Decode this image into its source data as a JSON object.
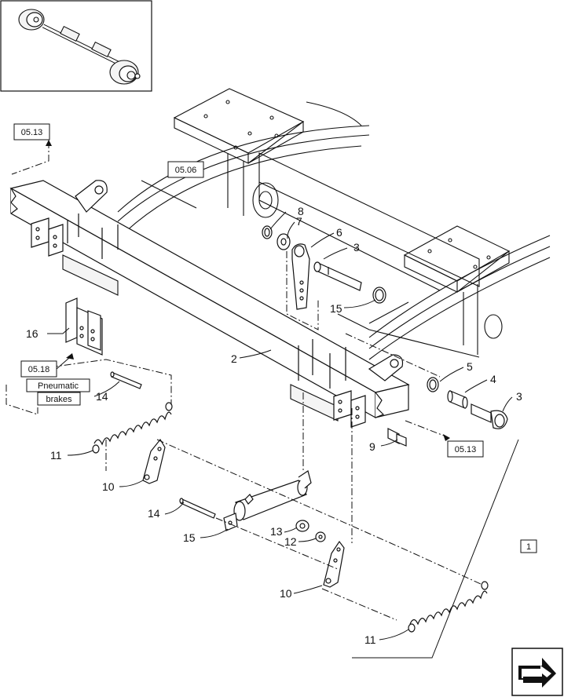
{
  "refs": {
    "r_05_13_top": "05.13",
    "r_05_06": "05.06",
    "r_05_18": "05.18",
    "r_05_13_right": "05.13",
    "pneumatic": "Pneumatic",
    "brakes": "brakes",
    "kit": "1"
  },
  "callouts": {
    "c2": "2",
    "c3a": "3",
    "c3b": "3",
    "c4": "4",
    "c5": "5",
    "c6": "6",
    "c7": "7",
    "c8": "8",
    "c9": "9",
    "c10a": "10",
    "c10b": "10",
    "c11a": "11",
    "c11b": "11",
    "c12": "12",
    "c13": "13",
    "c14a": "14",
    "c14b": "14",
    "c15a": "15",
    "c15b": "15",
    "c16": "16"
  },
  "icons": {
    "thumbnail": "axle-thumbnail",
    "nav": "next-page-arrow-icon"
  }
}
